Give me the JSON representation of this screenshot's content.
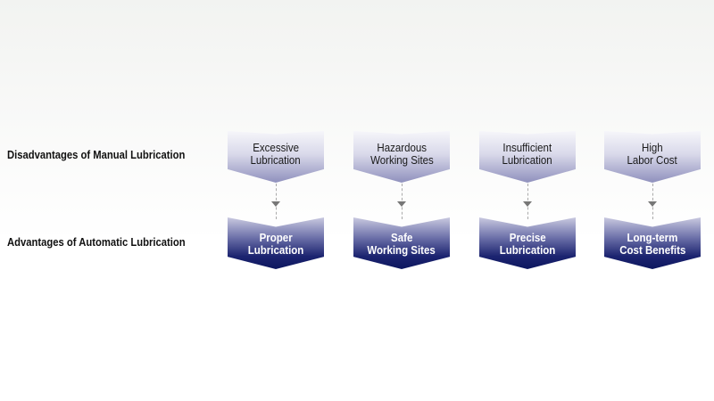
{
  "rows": {
    "disadvantages_label": "Disadvantages of Manual Lubrication",
    "advantages_label": "Advantages of Automatic Lubrication"
  },
  "disadvantages": [
    {
      "line1": "Excessive",
      "line2": "Lubrication"
    },
    {
      "line1": "Hazardous",
      "line2": "Working Sites"
    },
    {
      "line1": "Insufficient",
      "line2": "Lubrication"
    },
    {
      "line1": "High",
      "line2": "Labor Cost"
    }
  ],
  "advantages": [
    {
      "line1": "Proper",
      "line2": "Lubrication"
    },
    {
      "line1": "Safe",
      "line2": "Working Sites"
    },
    {
      "line1": "Precise",
      "line2": "Lubrication"
    },
    {
      "line1": "Long-term",
      "line2": "Cost Benefits"
    }
  ]
}
